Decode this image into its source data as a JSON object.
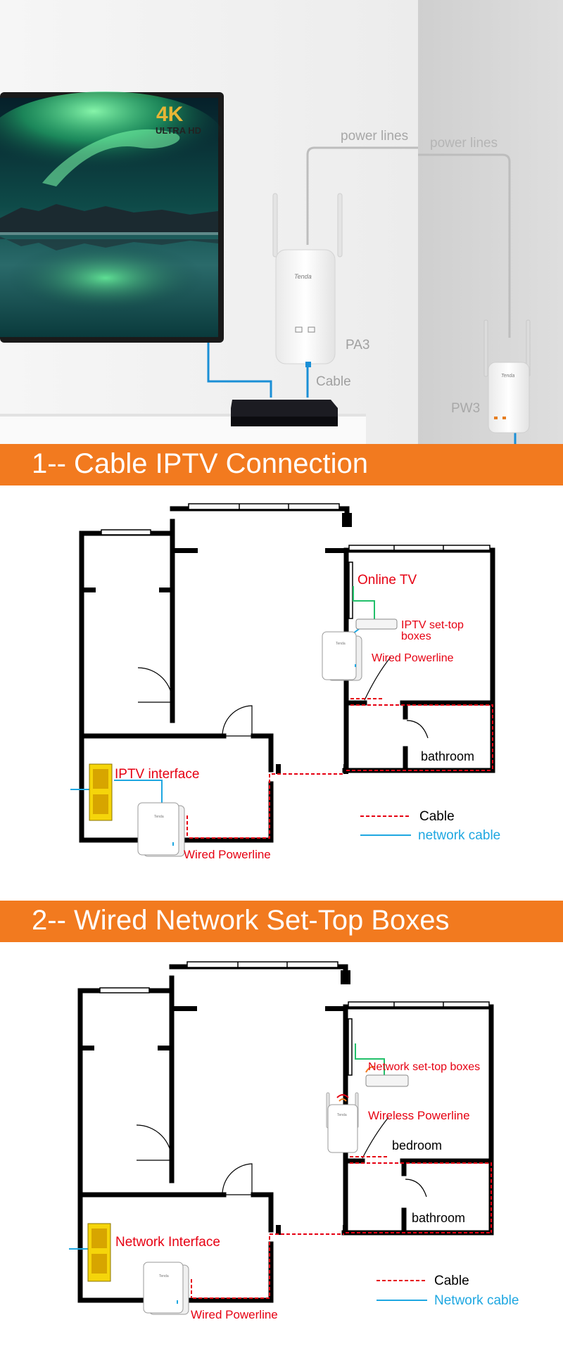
{
  "hero": {
    "badge_4k": "4K",
    "badge_ultra_hd": "ULTRA HD",
    "power_lines_left": "power lines",
    "power_lines_right": "power lines",
    "label_pa3": "PA3",
    "label_cable": "Cable",
    "label_pw3": "PW3",
    "device_brand": "Tenda"
  },
  "section1": {
    "title": "1-- Cable IPTV Connection",
    "online_tv": "Online TV",
    "iptv_stb_line1": "IPTV set-top",
    "iptv_stb_line2": "boxes",
    "wired_powerline_top": "Wired Powerline",
    "bathroom": "bathroom",
    "iptv_interface": "IPTV interface",
    "wired_powerline_bottom": "Wired Powerline",
    "legend_cable": "Cable",
    "legend_network": "network cable",
    "device_brand": "Tenda"
  },
  "section2": {
    "title": "2-- Wired Network Set-Top Boxes",
    "network_stb": "Network set-top boxes",
    "wireless_powerline": "Wireless Powerline",
    "bedroom": "bedroom",
    "bathroom": "bathroom",
    "network_interface": "Network Interface",
    "wired_powerline": "Wired Powerline",
    "legend_cable": "Cable",
    "legend_network": "Network cable",
    "device_brand": "Tenda"
  },
  "colors": {
    "banner": "#f27a1f",
    "red_label": "#e60012",
    "blue_label": "#1ea7e1",
    "cable_blue": "#1a8fd6",
    "outlet_yellow": "#f5d50a",
    "green_line": "#22c06a"
  }
}
